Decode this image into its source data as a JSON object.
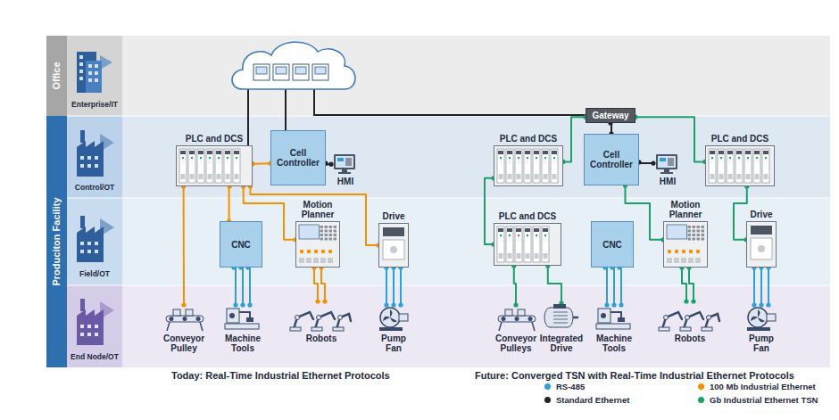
{
  "diagram": {
    "nodes": [
      {
        "text": [
          "PLC and DCS"
        ]
      },
      {
        "text": [
          "Cell Controller"
        ]
      },
      {
        "text": [
          "HMI"
        ]
      },
      {
        "text": [
          "CNC"
        ]
      },
      {
        "text": [
          "Motion Planner"
        ]
      },
      {
        "text": [
          "Drive"
        ]
      },
      {
        "text": [
          "Conveyor Pulley"
        ]
      },
      {
        "text": [
          "Machine Tools"
        ]
      },
      {
        "text": [
          "Robots"
        ]
      },
      {
        "text": [
          "Pump Fan"
        ]
      },
      {
        "text": [
          "Gateway"
        ]
      },
      {
        "text": [
          "PLC and DCS"
        ]
      },
      {
        "text": [
          "Cell Controller"
        ]
      },
      {
        "text": [
          "HMI"
        ]
      },
      {
        "text": [
          "PLC and DCS"
        ]
      },
      {
        "text": [
          "PLC and DCS"
        ]
      },
      {
        "text": [
          "CNC"
        ]
      },
      {
        "text": [
          "Motion Planner"
        ]
      },
      {
        "text": [
          "Drive"
        ]
      },
      {
        "text": [
          "Conveyor Pulleys"
        ]
      },
      {
        "text": [
          "Integrated Drive"
        ]
      },
      {
        "text": [
          "Machine Tools"
        ]
      },
      {
        "text": [
          "Robots"
        ]
      },
      {
        "text": [
          "Pump Fan"
        ]
      }
    ],
    "edges": [
      {
        "from": 0,
        "to": 1,
        "arrow": "none"
      },
      {
        "from": 1,
        "to": 2,
        "arrow": "none"
      },
      {
        "from": 0,
        "to": 3,
        "arrow": "none"
      },
      {
        "from": 0,
        "to": 4,
        "arrow": "none"
      },
      {
        "from": 0,
        "to": 5,
        "arrow": "none"
      },
      {
        "from": 0,
        "to": 6,
        "arrow": "none"
      },
      {
        "from": 3,
        "to": 7,
        "arrow": "none"
      },
      {
        "from": 4,
        "to": 8,
        "arrow": "none"
      },
      {
        "from": 5,
        "to": 9,
        "arrow": "none"
      },
      {
        "from": 10,
        "to": 11,
        "arrow": "none"
      },
      {
        "from": 10,
        "to": 12,
        "arrow": "none"
      },
      {
        "from": 10,
        "to": 14,
        "arrow": "none"
      },
      {
        "from": 12,
        "to": 13,
        "arrow": "none"
      },
      {
        "from": 12,
        "to": 17,
        "arrow": "none"
      },
      {
        "from": 14,
        "to": 18,
        "arrow": "none"
      },
      {
        "from": 11,
        "to": 15,
        "arrow": "none"
      },
      {
        "from": 15,
        "to": 19,
        "arrow": "none"
      },
      {
        "from": 15,
        "to": 20,
        "arrow": "none"
      },
      {
        "from": 16,
        "to": 21,
        "arrow": "none"
      },
      {
        "from": 17,
        "to": 22,
        "arrow": "none"
      },
      {
        "from": 18,
        "to": 23,
        "arrow": "none"
      }
    ],
    "labels": [
      "Office",
      "Produciton Facility",
      "Enterprise/IT",
      "Control/OT",
      "Field/OT",
      "End Node/OT",
      "Today: Real-Time Industrial Ethernet Protocols",
      "Future: Converged TSN with Real-Time Industrial Ethernet Protocols"
    ],
    "legend": [
      {
        "text": "RS-485",
        "color": "#2f9fd8"
      },
      {
        "text": "Standard Ethernet",
        "color": "#222222"
      },
      {
        "text": "100 Mb Industrial Ethernet",
        "color": "#f39200"
      },
      {
        "text": "Gb Industrial Ethernet TSN",
        "color": "#1aa068"
      }
    ]
  }
}
